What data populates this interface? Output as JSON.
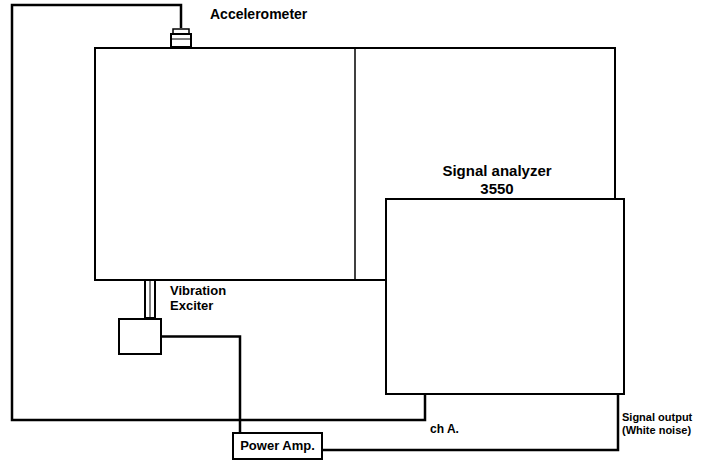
{
  "diagram": {
    "nodes": [
      {
        "text": [
          "Accelerometer"
        ]
      },
      {
        "text": [
          "Vibration Exciter"
        ]
      },
      {
        "text": [
          "Signal analyzer",
          "3550"
        ]
      },
      {
        "text": [
          "Power Amp."
        ]
      }
    ],
    "edges": [
      {
        "from": 0,
        "to": 2,
        "arrow": "none"
      },
      {
        "from": 1,
        "to": 3,
        "arrow": "none"
      },
      {
        "from": 3,
        "to": 2,
        "arrow": "none"
      }
    ],
    "labels": [
      "ch A.",
      "Signal output (White noise)"
    ]
  }
}
